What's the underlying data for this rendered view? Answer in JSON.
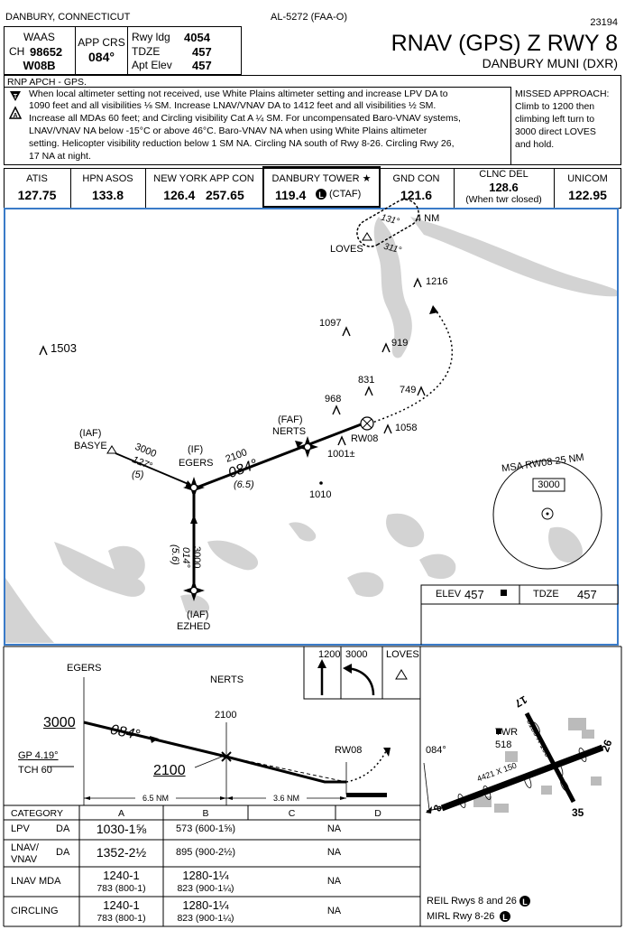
{
  "header": {
    "location": "DANBURY, CONNECTICUT",
    "chart_id": "AL-5272 (FAA-O)",
    "cycle": "23194",
    "title": "RNAV (GPS) Z RWY 8",
    "airport": "DANBURY MUNI (DXR)"
  },
  "info": {
    "waas_label": "WAAS",
    "ch_label": "CH",
    "ch_value": "98652",
    "waas_id": "W08B",
    "app_crs_label": "APP CRS",
    "app_crs_value": "084°",
    "rwy_ldg_label": "Rwy ldg",
    "rwy_ldg_value": "4054",
    "tdze_label": "TDZE",
    "tdze_value": "457",
    "apt_elev_label": "Apt Elev",
    "apt_elev_value": "457"
  },
  "notes": {
    "rnp": "RNP APCH - GPS.",
    "line1": "When local altimeter setting not received, use White Plains altimeter setting and increase LPV DA to",
    "line2": "1090 feet and all visibilities ⅛ SM. Increase LNAV/VNAV DA to 1412 feet and all visibilities ½ SM.",
    "line3": "Increase all MDAs 60 feet; and Circling visibility Cat A ¼ SM. For uncompensated Baro-VNAV systems,",
    "line4": "LNAV/VNAV NA below -15°C or above 46°C. Baro-VNAV NA when using White Plains altimeter",
    "line5": "setting. Helicopter visibility reduction below 1 SM NA. Circling NA south of Rwy 8-26. Circling Rwy 26,",
    "line6": "17 NA at night.",
    "missed1": "MISSED APPROACH:",
    "missed2": "Climb to 1200 then",
    "missed3": "climbing left turn to",
    "missed4": "3000 direct LOVES",
    "missed5": "and hold."
  },
  "comms": [
    {
      "label": "ATIS",
      "value": "127.75"
    },
    {
      "label": "HPN ASOS",
      "value": "133.8"
    },
    {
      "label": "NEW YORK APP CON",
      "value": "126.4   257.65"
    },
    {
      "label": "DANBURY TOWER ★",
      "value": "119.4",
      "extra": "(CTAF)"
    },
    {
      "label": "GND CON",
      "value": "121.6"
    },
    {
      "label": "CLNC DEL",
      "value": "128.6",
      "extra": "(When twr closed)"
    },
    {
      "label": "UNICOM",
      "value": "122.95"
    }
  ],
  "plan": {
    "loves": "LOVES",
    "hold_out": "131°",
    "hold_in": "311°",
    "hold_len": "4 NM",
    "obs_1216": "1216",
    "obs_1097": "1097",
    "obs_919": "919",
    "obs_1503": "1503",
    "obs_831": "831",
    "obs_749": "749",
    "obs_968": "968",
    "obs_1058": "1058",
    "obs_1001": "1001±",
    "spot_1010": "1010",
    "rw08": "RW08",
    "faf_tag": "(FAF)",
    "faf_name": "NERTS",
    "if_tag": "(IF)",
    "if_name": "EGERS",
    "iaf_tag": "(IAF)",
    "basye": "BASYE",
    "basye_alt": "3000",
    "basye_crs": "127°",
    "basye_dist": "(5)",
    "final_alt": "2100",
    "final_crs": "084°",
    "final_dist": "(6.5)",
    "ezhed": "EZHED",
    "ezhed_alt": "3000",
    "ezhed_crs": "014°",
    "ezhed_dist": "(5.6)",
    "msa": "MSA RW08 25 NM",
    "msa_alt": "3000",
    "elev_label": "ELEV",
    "elev_value": "457",
    "tdze_label": "TDZE",
    "tdze_value": "457"
  },
  "profile": {
    "egers": "EGERS",
    "nerts": "NERTS",
    "nerts_alt": "2100",
    "alt_3000": "3000",
    "crs": "084°",
    "alt_2100": "2100",
    "gp": "GP 4.19°",
    "tch": "TCH 60",
    "rw08": "RW08",
    "dist1": "6.5 NM",
    "dist2": "3.6 NM",
    "icon1": "1200",
    "icon2": "3000",
    "icon3": "LOVES"
  },
  "minima": {
    "headers": [
      "CATEGORY",
      "A",
      "B",
      "C",
      "D"
    ],
    "rows": [
      {
        "label": "LPV",
        "sub": "DA",
        "a1": "1030-1⅝",
        "a2": "",
        "b1": "573 (600-1⅝)",
        "b2": "",
        "cd": "NA"
      },
      {
        "label": "LNAV/ VNAV",
        "sub": "DA",
        "a1": "1352-2½",
        "a2": "",
        "b1": "895 (900-2½)",
        "b2": "",
        "cd": "NA"
      },
      {
        "label": "LNAV MDA",
        "sub": "",
        "a1": "1240-1",
        "a2": "783 (800-1)",
        "b1": "1280-1¼",
        "b2": "823 (900-1¼)",
        "cd": "NA"
      },
      {
        "label": "CIRCLING",
        "sub": "",
        "a1": "1240-1",
        "a2": "783 (800-1)",
        "b1": "1280-1¼",
        "b2": "823 (900-1¼)",
        "cd": "NA"
      }
    ]
  },
  "airport": {
    "crs": "084°",
    "twr": "TWR",
    "twr_elev": "518",
    "rwy_main_dim": "4421 X 150",
    "rwy_cross_dim": "3135 X 100",
    "rwy_8": "8",
    "rwy_26": "26",
    "rwy_17": "17",
    "rwy_35": "35",
    "reil": "REIL Rwys 8 and 26",
    "mirl": "MIRL Rwy 8-26"
  }
}
